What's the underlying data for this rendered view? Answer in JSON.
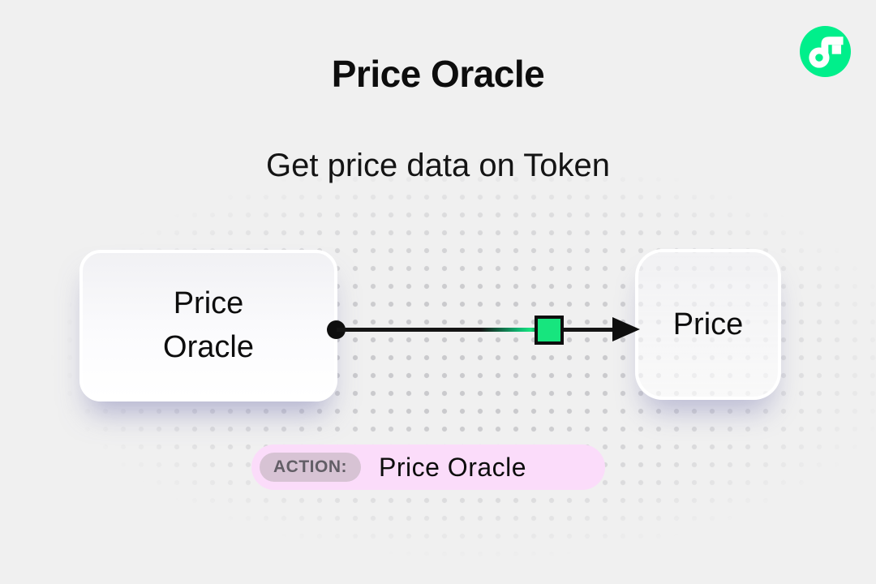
{
  "header": {
    "title": "Price Oracle",
    "subtitle": "Get price data on Token"
  },
  "logo": {
    "name": "Flow",
    "color": "#00ef8b"
  },
  "diagram": {
    "source_node": {
      "label": "Price Oracle"
    },
    "target_node": {
      "label": "Price"
    },
    "edge": {
      "line_color": "#141414",
      "handle_color": "#17e57e"
    }
  },
  "action_badge": {
    "label": "ACTION:",
    "value": "Price Oracle",
    "badge_bg": "#fbdcfa",
    "label_bg": "#d7c3d4"
  },
  "colors": {
    "background": "#f0f0f0",
    "dot_grid": "#c7c7ca",
    "node_shadow": "rgba(122,122,178,0.5)"
  }
}
